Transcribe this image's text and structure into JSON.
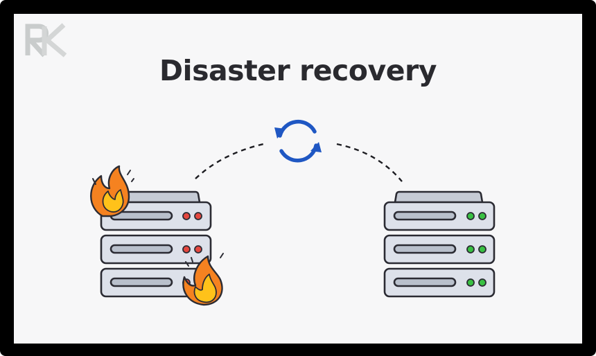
{
  "title": "Disaster recovery",
  "logo": {
    "letters": "RK"
  },
  "colors": {
    "frame": "#000000",
    "background": "#f7f7f8",
    "title": "#2a2a2f",
    "sync": "#1f57c3",
    "server_fill": "#dde1ea",
    "outline": "#2b2b33",
    "led_failed": "#e4473f",
    "led_ok": "#39c043",
    "flame_outer": "#f58220",
    "flame_inner": "#ffc21a"
  },
  "icons": {
    "logo": "rk-monogram-icon",
    "sync": "sync-arrows-icon",
    "failed_server": "server-rack-icon",
    "recovery_server": "server-rack-icon",
    "fire": "flame-icon"
  },
  "servers": {
    "failed": {
      "units": 3,
      "status": "on-fire"
    },
    "recovery": {
      "units": 3,
      "status": "ok"
    }
  }
}
